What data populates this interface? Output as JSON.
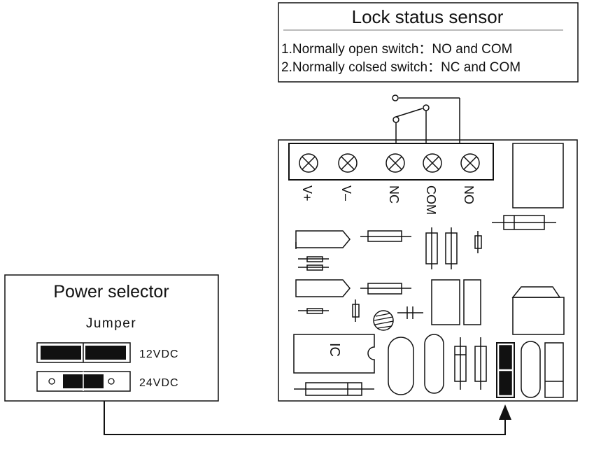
{
  "lock_sensor": {
    "title": "Lock status sensor",
    "line1": "1.Normally open switch：NO and COM",
    "line2": "2.Normally colsed switch：NC and COM"
  },
  "terminals": [
    "V+",
    "V–",
    "NC",
    "COM",
    "NO"
  ],
  "board": {
    "ic_label": "IC"
  },
  "power_selector": {
    "title": "Power selector",
    "subtitle": "Jumper",
    "options": [
      "12VDC",
      "24VDC"
    ]
  }
}
